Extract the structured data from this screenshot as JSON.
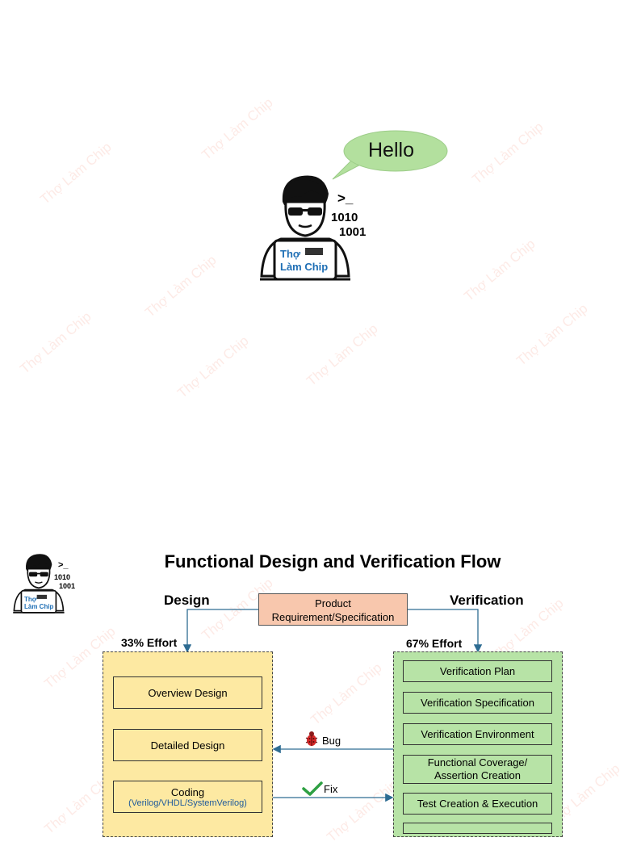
{
  "watermark": "Thợ Làm Chip",
  "bubble": {
    "text": "Hello"
  },
  "mascot": {
    "laptop_line1": "Thợ",
    "laptop_line2": "Làm Chip",
    "prompt": ">_",
    "binary1": "1010",
    "binary2": "1001"
  },
  "diagram": {
    "title": "Functional Design and Verification Flow",
    "design_heading": "Design",
    "verification_heading": "Verification",
    "spec": {
      "line1": "Product",
      "line2": "Requirement/Specification"
    },
    "design_effort": "33% Effort",
    "verification_effort": "67% Effort",
    "design_steps": [
      {
        "label": "Overview Design"
      },
      {
        "label": "Detailed Design"
      },
      {
        "label": "Coding",
        "sub": "(Verilog/VHDL/SystemVerilog)"
      }
    ],
    "verification_steps": [
      {
        "label": "Verification Plan"
      },
      {
        "label": "Verification Specification"
      },
      {
        "label": "Verification Environment"
      },
      {
        "label": "Functional Coverage/",
        "label2": "Assertion Creation"
      },
      {
        "label": "Test Creation & Execution"
      }
    ],
    "bug_label": "Bug",
    "fix_label": "Fix"
  },
  "colors": {
    "bubble": "#b3e09e",
    "design_fill": "#fde9a2",
    "verification_fill": "#b7e3a6",
    "spec_fill": "#f8c7ad",
    "arrow": "#2e6c92",
    "logo_blue": "#1f6fb5",
    "bug_red": "#d62828",
    "check_green": "#2ea043"
  }
}
